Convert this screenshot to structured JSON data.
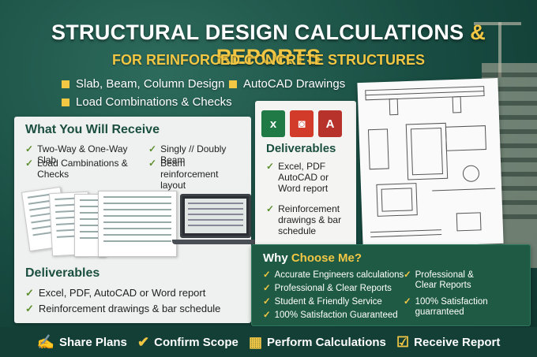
{
  "title_main": "STRUCTURAL DESIGN CALCULATIONS",
  "title_amp": "& REPORTS",
  "subtitle": "FOR REINFORCED CONCRETE STRUCTURES",
  "features": [
    "Slab, Beam, Column Design",
    "AutoCAD Drawings",
    "Load Combinations & Checks"
  ],
  "receive": {
    "heading": "What You Will Receive",
    "items": [
      "Two-Way & One-Way Slab",
      "Singly // Doubly Beam",
      "Load Cambinations & Checks",
      "Beam reinforcement layout"
    ]
  },
  "deliverables_left": {
    "heading": "Deliverables",
    "items": [
      "Excel, PDF, AutoCAD or Word report",
      "Reinforcement drawings & bar schedule"
    ]
  },
  "deliverables_mid": {
    "heading": "Deliverables",
    "items": [
      "Excel, PDF AutoCAD or Word report",
      "Reinforcement drawings & bar schedule"
    ]
  },
  "why": {
    "heading_a": "Why",
    "heading_b": "Choose Me?",
    "items": [
      "Accurate Engineers calculations",
      "Professional & Clear Reports",
      "Student & Friendly Service",
      "100% Satisfaction Guaranteed",
      "Professional & Clear Reports",
      "100% Satisfaction guarranteed"
    ]
  },
  "steps": [
    "Share Plans",
    "Confirm Scope",
    "Perform Calculations",
    "Receive Report"
  ],
  "icons": {
    "excel": "excel-file-icon",
    "pdf": "pdf-file-icon",
    "autocad": "autocad-file-icon"
  },
  "colors": {
    "accent": "#f2c744",
    "dark_green": "#174a40",
    "panel": "#eef1ef"
  }
}
